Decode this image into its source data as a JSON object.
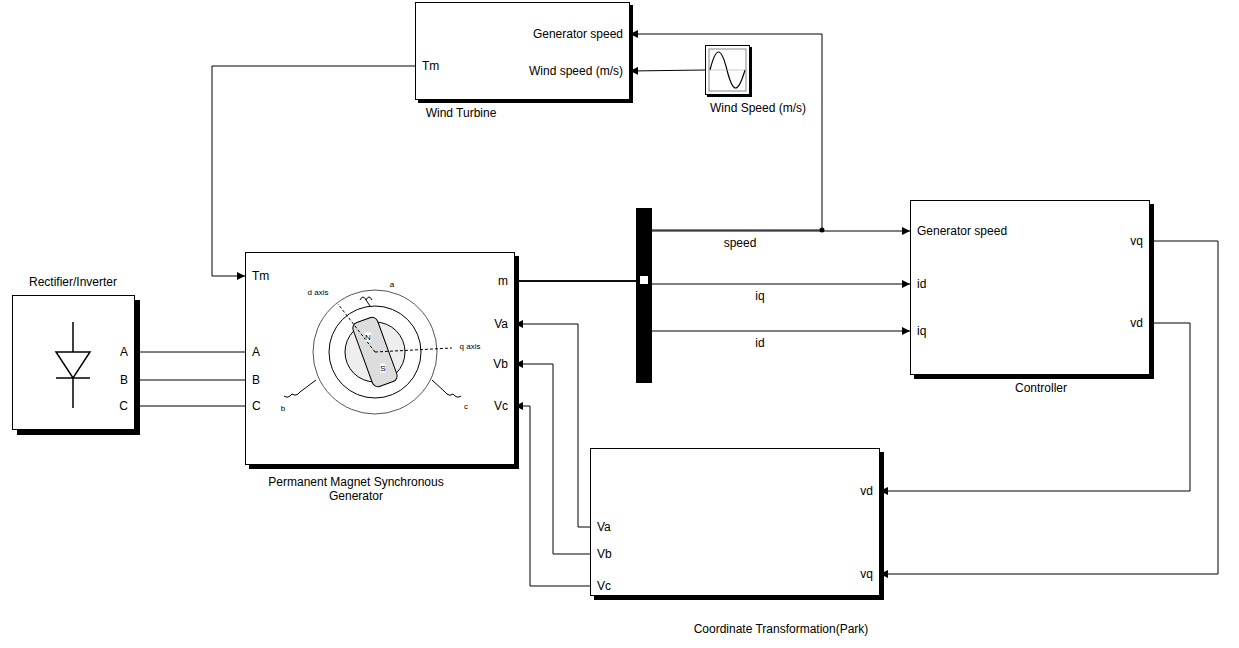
{
  "diagram": {
    "nodes": [
      {
        "text": [
          "Tm",
          "Generator speed",
          "Wind speed (m/s)",
          "Wind Turbine"
        ]
      },
      {
        "text": [
          "Wind Speed (m/s)"
        ]
      },
      {
        "text": [
          "Rectifier/Inverter",
          "A",
          "B",
          "C"
        ]
      },
      {
        "text": [
          "Tm",
          "A",
          "B",
          "C",
          "m",
          "Va",
          "Vb",
          "Vc",
          "Permanent Magnet Synchronous Generator"
        ]
      },
      {
        "text": [
          "Generator speed",
          "id",
          "iq",
          "vq",
          "vd",
          "Controller"
        ]
      },
      {
        "text": [
          "Va",
          "Vb",
          "Vc",
          "vd",
          "vq",
          "Coordinate Transformation(Park)"
        ]
      }
    ],
    "edges": [
      {
        "from": 1,
        "to": 0,
        "arrow": "to"
      },
      {
        "from": 0,
        "to": 3,
        "arrow": "to"
      },
      {
        "from": 2,
        "to": 3,
        "arrow": "none"
      },
      {
        "from": 2,
        "to": 3,
        "arrow": "none"
      },
      {
        "from": 2,
        "to": 3,
        "arrow": "none"
      },
      {
        "from": 3,
        "to": 4,
        "label": "speed",
        "arrow": "to"
      },
      {
        "from": 3,
        "to": 4,
        "label": "iq",
        "arrow": "to"
      },
      {
        "from": 3,
        "to": 4,
        "label": "id",
        "arrow": "to"
      },
      {
        "from": 3,
        "to": 0,
        "arrow": "to"
      },
      {
        "from": 4,
        "to": 5,
        "arrow": "to"
      },
      {
        "from": 4,
        "to": 5,
        "arrow": "to"
      },
      {
        "from": 5,
        "to": 3,
        "arrow": "to"
      },
      {
        "from": 5,
        "to": 3,
        "arrow": "to"
      },
      {
        "from": 5,
        "to": 3,
        "arrow": "to"
      }
    ],
    "labels": [
      "N",
      "S",
      "d axis",
      "q axis",
      "a",
      "b",
      "c"
    ]
  }
}
